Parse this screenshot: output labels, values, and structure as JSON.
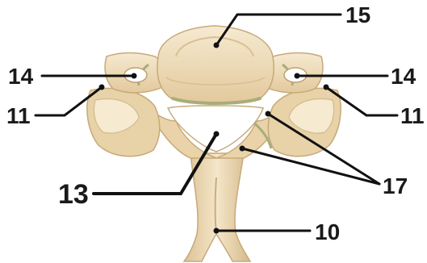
{
  "labels": {
    "centrum": "15",
    "foramen_left": "14",
    "foramen_right": "14",
    "articular_left": "11",
    "articular_right": "11",
    "canal": "13",
    "spinous": "10",
    "lamina": "17"
  },
  "colors": {
    "bone_light": "#f3e4c6",
    "bone_mid": "#e6cfa6",
    "bone_shadow": "#c9ad80",
    "cartilage_green": "#a8ad7a",
    "line": "#111111"
  }
}
